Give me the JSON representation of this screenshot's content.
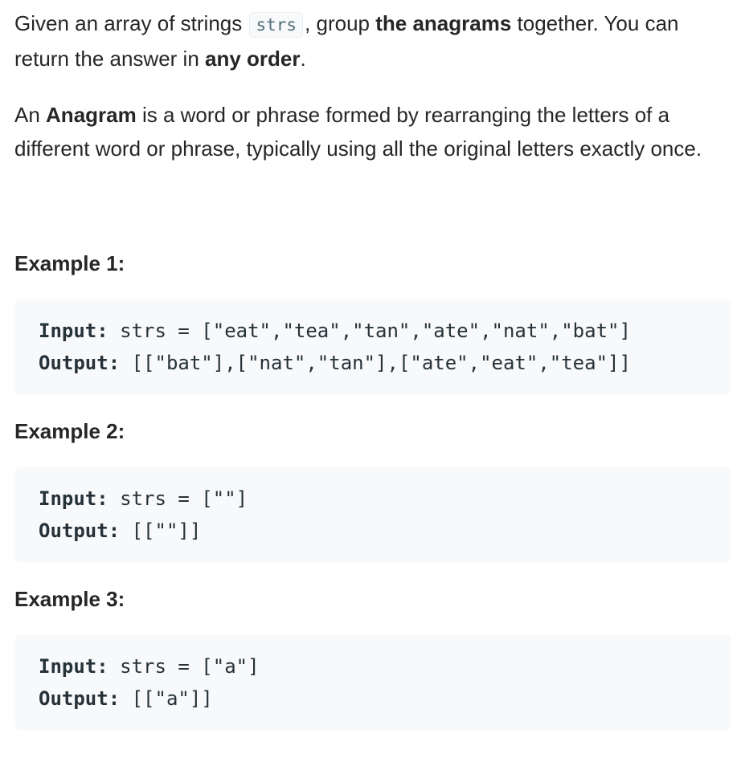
{
  "problem": {
    "intro": {
      "t1": "Given an array of strings ",
      "code": "strs",
      "t2": ", group ",
      "b1": "the anagrams",
      "t3": " together. You can return the answer in ",
      "b2": "any order",
      "t4": "."
    },
    "definition": {
      "t1": "An ",
      "b1": "Anagram",
      "t2": " is a word or phrase formed by rearranging the letters of a different word or phrase, typically using all the original letters exactly once."
    }
  },
  "examples": [
    {
      "title": "Example 1:",
      "input_label": "Input:",
      "input_value": " strs = [\"eat\",\"tea\",\"tan\",\"ate\",\"nat\",\"bat\"]",
      "output_label": "Output:",
      "output_value": " [[\"bat\"],[\"nat\",\"tan\"],[\"ate\",\"eat\",\"tea\"]]"
    },
    {
      "title": "Example 2:",
      "input_label": "Input:",
      "input_value": " strs = [\"\"]",
      "output_label": "Output:",
      "output_value": " [[\"\"]]"
    },
    {
      "title": "Example 3:",
      "input_label": "Input:",
      "input_value": " strs = [\"a\"]",
      "output_label": "Output:",
      "output_value": " [[\"a\"]]"
    }
  ]
}
